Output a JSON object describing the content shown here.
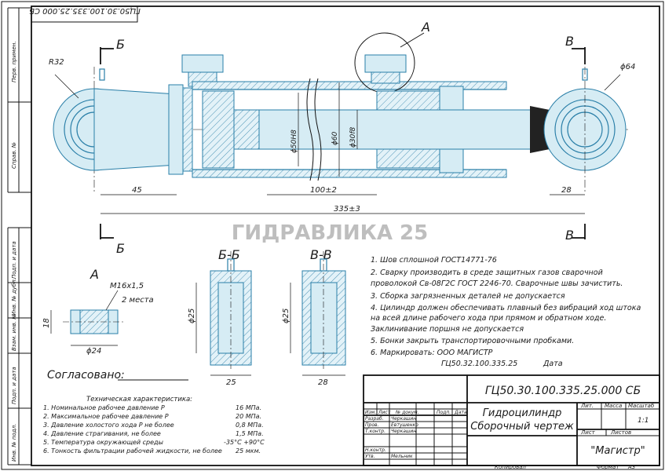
{
  "drawing": {
    "doc_code_rotated": "ГЦ50.30.100.335.25.000 СБ",
    "watermark": "ГИДРАВЛИКА 25",
    "section_labels": {
      "top_left_B": "Б",
      "bottom_left_B": "Б",
      "top_right_V": "В",
      "bottom_right_V": "В",
      "callout_A": "А",
      "view_A": "А",
      "section_BB": "Б-Б",
      "section_VV": "В-В"
    },
    "dims": {
      "r32": "R32",
      "phi64": "ϕ64",
      "d45": "45",
      "d100": "100±2",
      "d335": "335±3",
      "d28": "28",
      "phi50H8": "ϕ50H8",
      "phi60": "ϕ60",
      "phi30f8": "ϕ30f8",
      "m16": "M16x1,5",
      "places": "2 места",
      "d18": "18",
      "phi24": "ϕ24",
      "phi25a": "ϕ25",
      "phi25b": "ϕ25",
      "d25": "25",
      "d28b": "28"
    },
    "side_stamp": {
      "perv_primen": "Перв. примен.",
      "sprav_no": "Справ. №",
      "podp_data_1": "Подп. и дата",
      "inv_dubl": "Инв. № дубл.",
      "vzam_inv": "Взам. инв. №",
      "podp_data_2": "Подп. и дата",
      "inv_podl": "Инв. № подл."
    }
  },
  "notes": [
    "1. Шов сплошной  ГОСТ14771-76",
    "2. Сварку  производить  в  среде  защитных  газов  сварочной",
    "проволокой Св-08Г2С ГОСТ 2246-70. Сварочные швы зачистить.",
    "3. Сборка загрязненных деталей не допускается",
    "4. Цилиндр должен обеспечивать плавный без вибраций ход штока",
    "на  всей   длине   рабочего хода при прямом и обратном ходе.",
    "Заклинивание поршня не допускается",
    "5. Бонки закрыть транспортировочными пробками.",
    "6.  Маркировать:   ООО МАГИСТР",
    "ГЦ50.32.100.335.25",
    "Дата"
  ],
  "agreed": "Согласовано:",
  "specs": {
    "title": "Техническая характеристика:",
    "rows": [
      {
        "label": "1. Номинальное рабочее давление  P",
        "value": "16 МПа."
      },
      {
        "label": "2. Максимальное рабочее давление P",
        "value": "20 МПа."
      },
      {
        "label": "3. Давление холостого хода P        не более",
        "value": "0,8 МПа."
      },
      {
        "label": "4. Давление страгивания,                           не более",
        "value": "1,5 МПа."
      },
      {
        "label": "5. Температура окружающей среды",
        "value": "-35°С +90°С"
      },
      {
        "label": "6. Тонкость фильтрации рабочей жидкости, не более",
        "value": "25 мкм."
      }
    ]
  },
  "title_block": {
    "code": "ГЦ50.30.100.335.25.000 СБ",
    "name_line1": "Гидроцилиндр",
    "name_line2": "Сборочный чертеж",
    "col_lit": "Лит.",
    "col_massa": "Масса",
    "col_masshtab": "Масштаб",
    "scale": "1:1",
    "sheet": "Лист",
    "sheets": "Листов",
    "company": "\"Магистр\"",
    "rows_header": [
      "Изм.",
      "Лист",
      "№ докум.",
      "Подп.",
      "Дата"
    ],
    "roles": [
      {
        "role": "Разраб.",
        "name": "Черкашин"
      },
      {
        "role": "Пров.",
        "name": "Евтушенко"
      },
      {
        "role": "Т.контр.",
        "name": "Черкашин"
      },
      {
        "role": "Н.контр.",
        "name": ""
      },
      {
        "role": "Утв.",
        "name": "Мельник"
      }
    ],
    "copied": "Копировал",
    "format_label": "Формат",
    "format": "А3"
  },
  "colors": {
    "ink": "#111111",
    "part": "#2a7fa8",
    "fill": "#d6ecf4",
    "watermark": "#888888"
  }
}
